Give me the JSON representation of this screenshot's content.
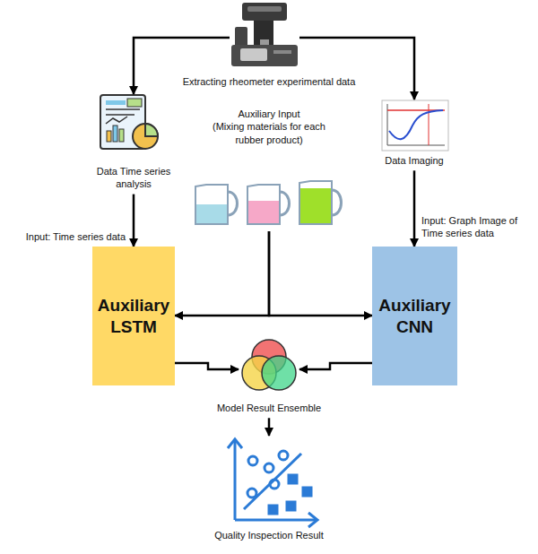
{
  "diagram": {
    "nodes": [
      {
        "text": [
          "Extracting rheometer experimental data"
        ]
      },
      {
        "text": [
          "Data Time series analysis"
        ]
      },
      {
        "text": [
          "Auxiliary Input",
          "(Mixing materials for each rubber product)"
        ]
      },
      {
        "text": [
          "Data Imaging"
        ]
      },
      {
        "text": [
          "Auxiliary LSTM"
        ]
      },
      {
        "text": [
          "Auxiliary CNN"
        ]
      },
      {
        "text": [
          "Model Result Ensemble"
        ]
      },
      {
        "text": [
          "Quality Inspection Result"
        ]
      }
    ],
    "edges": [
      {
        "from": 0,
        "to": 1,
        "arrow": "to"
      },
      {
        "from": 0,
        "to": 3,
        "arrow": "to"
      },
      {
        "from": 1,
        "to": 4,
        "label": "Input: Time series data",
        "arrow": "to"
      },
      {
        "from": 3,
        "to": 5,
        "label": "Input: Graph Image of Time series data",
        "arrow": "to"
      },
      {
        "from": 2,
        "to": 4,
        "arrow": "to"
      },
      {
        "from": 2,
        "to": 5,
        "arrow": "to"
      },
      {
        "from": 4,
        "to": 6,
        "arrow": "to"
      },
      {
        "from": 5,
        "to": 6,
        "arrow": "to"
      },
      {
        "from": 6,
        "to": 7,
        "arrow": "to"
      }
    ]
  }
}
